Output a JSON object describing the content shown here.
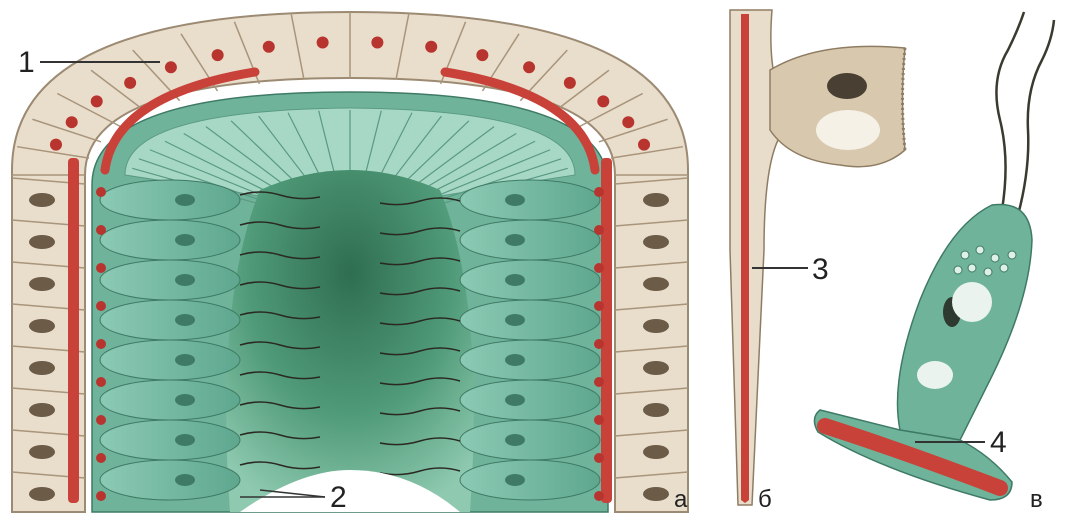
{
  "labels": {
    "l1": "1",
    "l2": "2",
    "l3": "3",
    "l4": "4"
  },
  "panels": {
    "a": "а",
    "b": "б",
    "v": "в"
  },
  "colors": {
    "background": "#ffffff",
    "outer_cell": "#e6d9c6",
    "outer_cell_border": "#9c8a72",
    "outer_nucleus": "#6b5b47",
    "green_cell": "#5ea78e",
    "green_cell_light": "#9cd0be",
    "green_nucleus": "#3f7a66",
    "lumen_dark": "#2f6e50",
    "red_band": "#c8423a",
    "red_dot": "#b8342e",
    "cilia": "#2a2a22",
    "leader": "#333333"
  }
}
